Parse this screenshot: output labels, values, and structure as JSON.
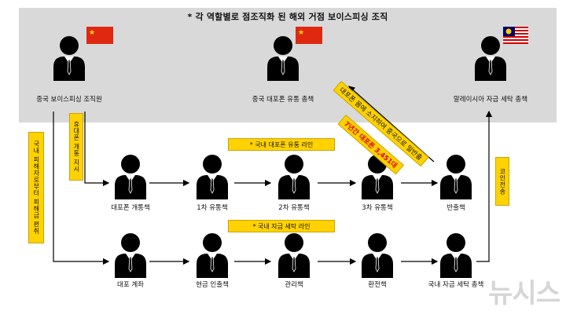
{
  "title": "* 각 역할별로 점조직화 된 해외 거점 보이스피싱 조직",
  "top_row": [
    {
      "label": "중국 보이스피싱 조직원",
      "flag": "china-flag"
    },
    {
      "label": "중국 대포폰 유통 총책",
      "flag": "china-flag"
    },
    {
      "label": "말레이시아 자금 세탁 총책",
      "flag": "malaysia-flag"
    }
  ],
  "phone_line": {
    "tag": "* 국내 대포폰 유통 라인",
    "nodes": [
      "대포폰 개통책",
      "1차 유통책",
      "2차 유통책",
      "3차 유통책",
      "반출책"
    ]
  },
  "money_line": {
    "tag": "* 국내 자금 세탁 라인",
    "nodes": [
      "대포 계좌",
      "현금 인출책",
      "관리책",
      "환전책",
      "국내 자금 세탁 총책"
    ]
  },
  "side_labels": {
    "victim_funds": "국내 피해자로부터 피해금 편취",
    "phone_open_order": "휴대폰 개통 지시",
    "coin_transfer": "코인전송"
  },
  "diagonal_tags": {
    "smuggle": "대포폰 몸에 소지하여 중국으로 밀반출",
    "count": "7년간 대포폰 3,451대"
  },
  "watermark": "뉴시스",
  "colors": {
    "tag_yellow": "#ffd200",
    "panel_gray": "#d9d9d9",
    "count_red": "#e00000"
  }
}
